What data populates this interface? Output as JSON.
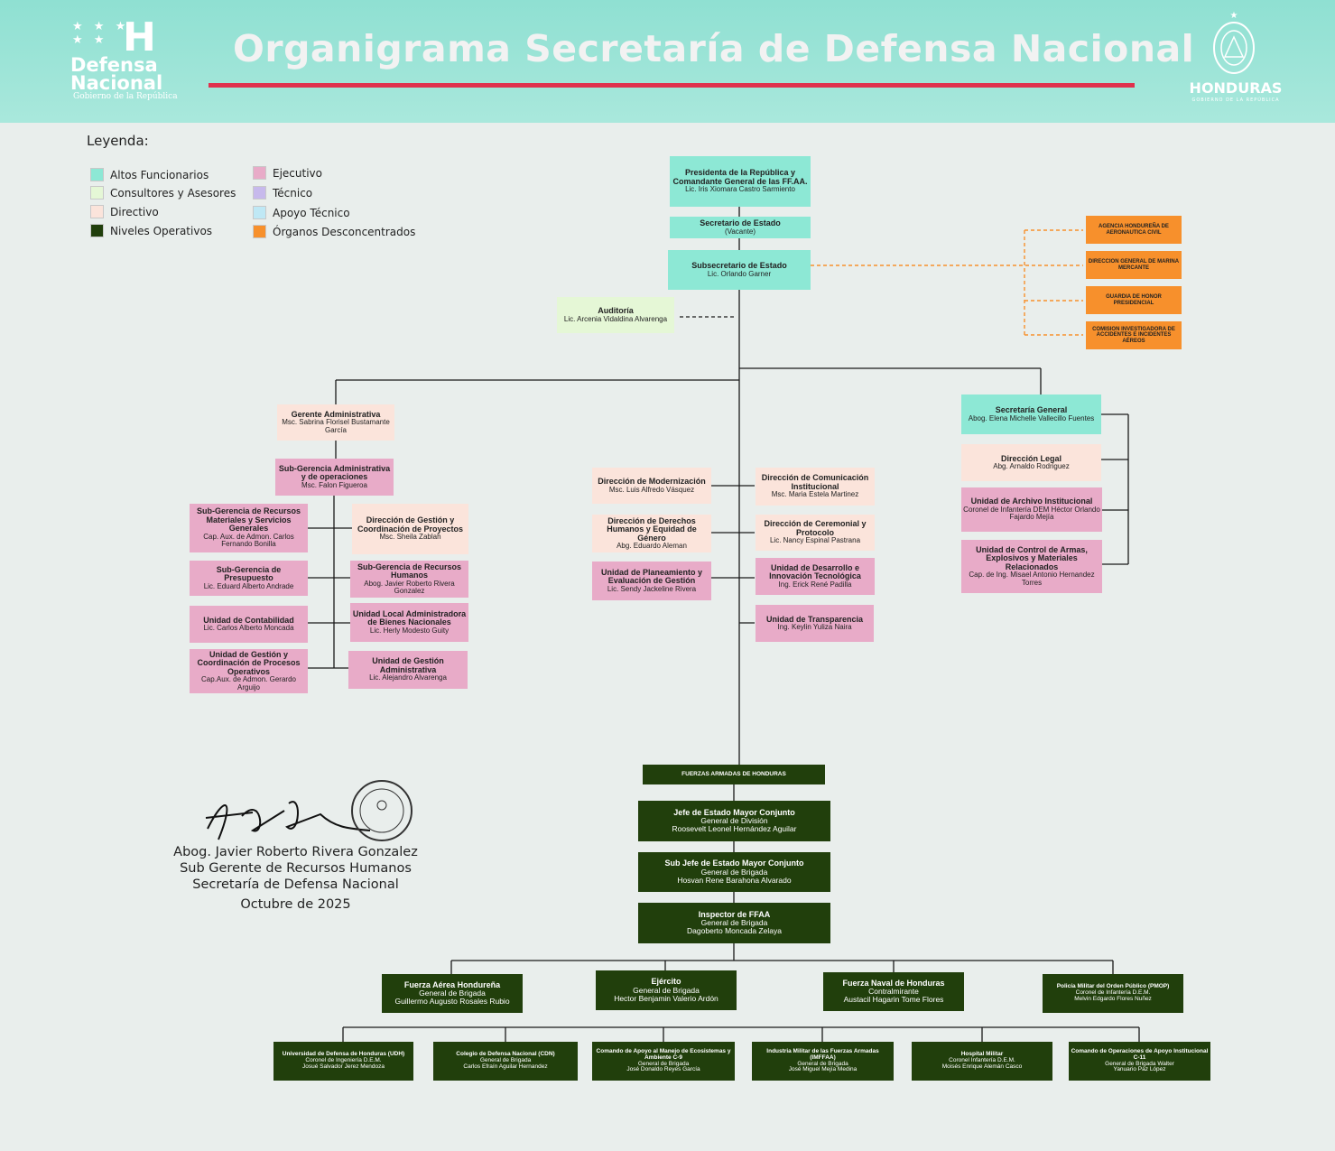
{
  "header": {
    "title": "Organigrama Secretaría de Defensa Nacional",
    "logo_left": {
      "line1": "Defensa",
      "line2": "Nacional",
      "line3": "Gobierno de la República",
      "letter": "H"
    },
    "logo_right": {
      "brand": "HONDURAS",
      "sub": "GOBIERNO DE LA REPÚBLICA"
    }
  },
  "legend": {
    "title": "Leyenda:",
    "items": [
      {
        "label": "Altos Funcionarios",
        "color": "#8de8d5"
      },
      {
        "label": "Consultores y Asesores",
        "color": "#e5f7d6"
      },
      {
        "label": "Directivo",
        "color": "#fbe4db"
      },
      {
        "label": "Niveles Operativos",
        "color": "#213f0c"
      },
      {
        "label": "Ejecutivo",
        "color": "#e8abc8"
      },
      {
        "label": "Técnico",
        "color": "#c7b9ec"
      },
      {
        "label": "Apoyo Técnico",
        "color": "#bfe8f5"
      },
      {
        "label": "Órganos Desconcentrados",
        "color": "#f7902c"
      }
    ]
  },
  "top": {
    "presidenta": {
      "name": "Presidenta de la  República y Comandante General de las FF.AA.",
      "person": "Lic. Iris Xiomara Castro Sarmiento"
    },
    "secretario": {
      "name": "Secretario de Estado",
      "person": "(Vacante)"
    },
    "subsecretario": {
      "name": "Subsecretario de Estado",
      "person": "Lic. Orlando Garner"
    },
    "auditoria": {
      "name": "Auditoría",
      "person": "Lic. Arcenia Vidaldina Alvarenga"
    }
  },
  "desconcentrados": [
    "AGENCIA HONDUREÑA DE AERONAUTICA CIVIL",
    "DIRECCION GENERAL DE MARINA MERCANTE",
    "GUARDIA DE HONOR PRESIDENCIAL",
    "COMISION INVESTIGADORA DE ACCIDENTES E INCIDENTES AÉREOS"
  ],
  "left_branch": {
    "gerente": {
      "name": "Gerente Administrativa",
      "person": "Msc. Sabrina Florisel Bustamante García"
    },
    "subgerencia_adm": {
      "name": "Sub-Gerencia Administrativa y de operaciones",
      "person": "Msc. Falon Figueroa"
    },
    "col1": [
      {
        "name": "Sub-Gerencia de Recursos Materiales y Servicios Generales",
        "person": "Cap. Aux. de Admon. Carlos Fernando Bonilla"
      },
      {
        "name": "Sub-Gerencia de Presupuesto",
        "person": "Lic. Eduard Alberto Andrade"
      },
      {
        "name": "Unidad de Contabilidad",
        "person": "Lic. Carlos Alberto Moncada"
      },
      {
        "name": "Unidad de Gestión  y Coordinación  de Procesos Operativos",
        "person": "Cap.Aux. de Admon. Gerardo Arguijo"
      }
    ],
    "col2": [
      {
        "name": "Dirección de Gestión y Coordinación de Proyectos",
        "person": "Msc. Sheila Zablah"
      },
      {
        "name": "Sub-Gerencia de Recursos Humanos",
        "person": "Abog. Javier Roberto Rivera Gonzalez"
      },
      {
        "name": "Unidad Local Administradora de Bienes Nacionales",
        "person": "Lic. Herly Modesto Guity"
      },
      {
        "name": "Unidad de Gestión Administrativa",
        "person": "Lic. Alejandro Alvarenga"
      }
    ]
  },
  "center": {
    "col1": [
      {
        "name": "Dirección de Modernización",
        "person": "Msc. Luis Alfredo Vásquez"
      },
      {
        "name": "Dirección de Derechos Humanos y Equidad de Género",
        "person": "Abg. Eduardo Aleman"
      },
      {
        "name": "Unidad de Planeamiento y Evaluación de Gestión",
        "person": "Lic. Sendy Jackeline Rivera"
      }
    ],
    "col2": [
      {
        "name": "Dirección de Comunicación Institucional",
        "person": "Msc. Maria Estela Martinez"
      },
      {
        "name": "Dirección de Ceremonial y Protocolo",
        "person": "Lic. Nancy Espinal Pastrana"
      },
      {
        "name": "Unidad de Desarrollo e Innovación Tecnológica",
        "person": "Ing. Erick René Padilla"
      },
      {
        "name": "Unidad de Transparencia",
        "person": "Ing. Keylin Yuliza Naira"
      }
    ]
  },
  "right_branch": {
    "secretaria": {
      "name": "Secretaría General",
      "person": "Abog. Elena Michelle Vallecillo Fuentes"
    },
    "items": [
      {
        "name": "Dirección Legal",
        "person": "Abg. Arnaldo Rodriguez"
      },
      {
        "name": "Unidad de Archivo Institucional",
        "person": "Coronel de Infantería DEM Héctor Orlando Fajardo Mejía"
      },
      {
        "name": "Unidad de Control de Armas, Explosivos y Materiales Relacionados",
        "person": "Cap. de Ing. Misael Antonio Hernandez Torres"
      }
    ]
  },
  "military": {
    "header": "FUERZAS ARMADAS DE HONDURAS",
    "chain": [
      {
        "name": "Jefe de Estado Mayor Conjunto",
        "rank": "General de División",
        "person": "Roosevelt Leonel Hernández Aguilar"
      },
      {
        "name": "Sub Jefe de Estado Mayor Conjunto",
        "rank": "General de Brigada",
        "person": "Hosvan Rene Barahona Alvarado"
      },
      {
        "name": "Inspector de FFAA",
        "rank": "General de Brigada",
        "person": "Dagoberto Moncada Zelaya"
      }
    ],
    "forces": [
      {
        "name": "Fuerza Aérea Hondureña",
        "rank": "General de Brigada",
        "person": "Guillermo Augusto Rosales Rubio"
      },
      {
        "name": "Ejército",
        "rank": "General de Brigada",
        "person": "Hector Benjamin Valerio Ardón"
      },
      {
        "name": "Fuerza Naval de Honduras",
        "rank": "Contralmirante",
        "person": "Austacil Hagarin Tome Flores"
      },
      {
        "name": "Policía Militar del Orden Público (PMOP)",
        "rank": "Coronel de Infantería D.E.M.",
        "person": "Melvin Edgardo Flores Nuñez"
      }
    ],
    "units": [
      {
        "name": "Universidad de Defensa de Honduras (UDH)",
        "rank": "Coronel de Ingeniería D.E.M.",
        "person": "Josué Salvador Jerez Mendoza"
      },
      {
        "name": "Colegio de Defensa Nacional (CDN)",
        "rank": "General de Brigada",
        "person": "Carlos Efraín Aguilar Hernandez"
      },
      {
        "name": "Comando de Apoyo al Manejo de Ecosistemas y Ambiente C-9",
        "rank": "General de Brigada",
        "person": "José Donaldo Reyes García"
      },
      {
        "name": "Industria Militar de las Fuerzas Armadas (IMFFAA)",
        "rank": "General de Brigada",
        "person": "José Miguel Mejía Medina"
      },
      {
        "name": "Hospital Militar",
        "rank": "Coronel Infantería D.E.M.",
        "person": "Moisés Enrique Alemán Casco"
      },
      {
        "name": "Comando de Operaciones de Apoyo Institucional C-11",
        "rank": "General de Brigada Walter",
        "person": "Yanuario Paz López"
      }
    ]
  },
  "signature": {
    "name": "Abog. Javier Roberto Rivera Gonzalez",
    "role": "Sub Gerente de Recursos Humanos",
    "org": "Secretaría de Defensa Nacional",
    "date": "Octubre de 2025"
  }
}
